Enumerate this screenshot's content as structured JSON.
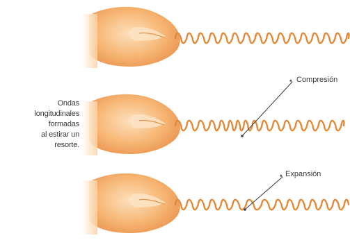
{
  "caption_lines": [
    "Ondas",
    "longitudinales",
    "formadas",
    "al estirar un",
    "resorte."
  ],
  "labels": {
    "compression": "Compresión",
    "expansion": "Expansión"
  },
  "colors": {
    "hand_light": "#fbd2a4",
    "hand_mid": "#f4a866",
    "hand_dark": "#e58a3e",
    "spring": "#e28a3a",
    "spring_dark": "#c96f24",
    "pointer": "#444444",
    "text": "#3a3a3a"
  },
  "springs": [
    {
      "name": "spring-top",
      "state": "uniform"
    },
    {
      "name": "spring-middle",
      "state": "compression"
    },
    {
      "name": "spring-bottom",
      "state": "expansion"
    }
  ]
}
